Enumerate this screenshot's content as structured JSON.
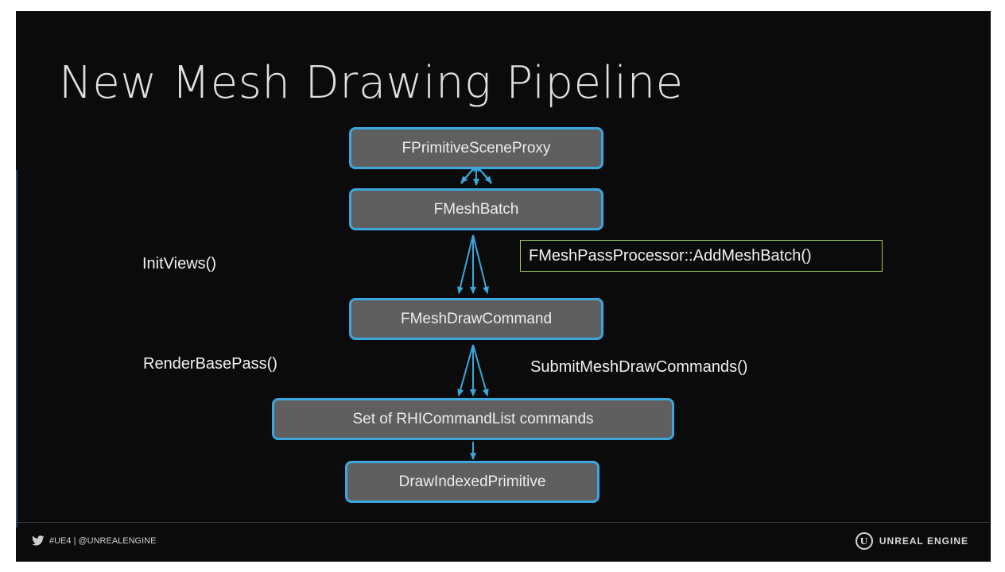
{
  "slide": {
    "title": "New Mesh Drawing Pipeline"
  },
  "nodes": {
    "primitive_scene_proxy": "FPrimitiveSceneProxy",
    "mesh_batch": "FMeshBatch",
    "mesh_draw_command": "FMeshDrawCommand",
    "rhi_command_list": "Set of RHICommandList commands",
    "draw_indexed_primitive": "DrawIndexedPrimitive"
  },
  "labels": {
    "init_views": "InitViews()",
    "render_base_pass": "RenderBasePass()",
    "add_mesh_batch": "FMeshPassProcessor::AddMeshBatch()",
    "submit_mesh_draw_commands": "SubmitMeshDrawCommands()"
  },
  "footer": {
    "social_text": "#UE4 | @UNREALENGINE",
    "social_icon": "twitter-bird-icon",
    "brand_text": "UNREAL ENGINE",
    "brand_icon": "unreal-engine-logo-icon",
    "logo_letter": "U"
  },
  "colors": {
    "slide_bg": "#0b0b0b",
    "node_fill": "#5f5f5f",
    "node_border": "#3aa7de",
    "arrow": "#3aa7de",
    "callout_border": "#9fcd5c",
    "text": "#f2f2f2"
  }
}
